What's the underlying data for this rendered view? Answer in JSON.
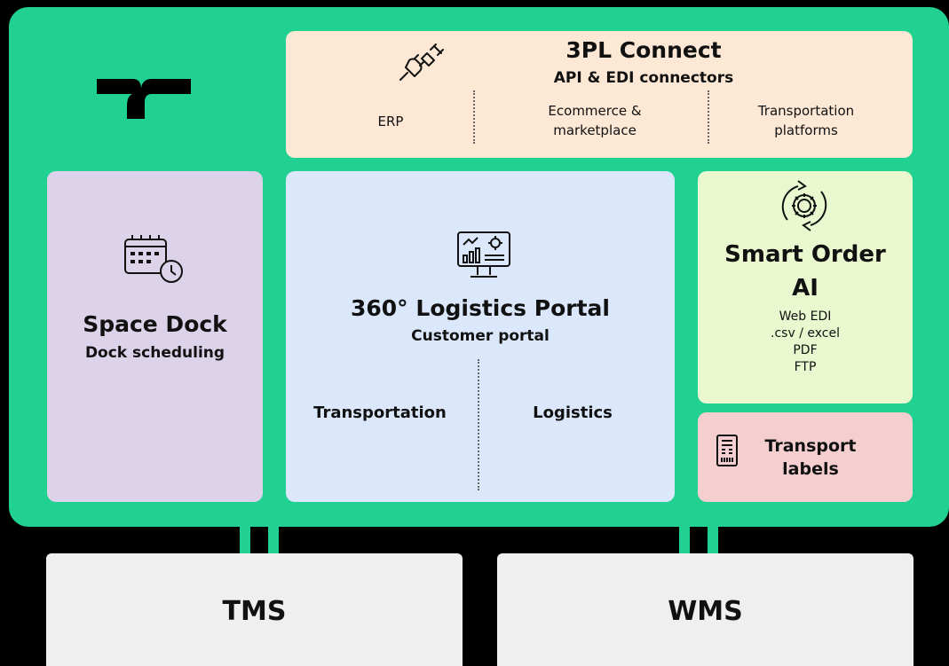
{
  "connect": {
    "title": "3PL Connect",
    "subtitle": "API & EDI connectors",
    "items": [
      "ERP",
      "Ecommerce &",
      "marketplace",
      "Transportation",
      "platforms"
    ]
  },
  "space_dock": {
    "title": "Space Dock",
    "subtitle": "Dock scheduling"
  },
  "portal": {
    "title": "360° Logistics Portal",
    "subtitle": "Customer portal",
    "left": "Transportation",
    "right": "Logistics"
  },
  "smart_order": {
    "title_line1": "Smart Order",
    "title_line2": "AI",
    "formats": [
      "Web EDI",
      ".csv / excel",
      "PDF",
      "FTP"
    ]
  },
  "transport_labels": {
    "line1": "Transport",
    "line2": "labels"
  },
  "systems": {
    "tms": "TMS",
    "wms": "WMS"
  },
  "colors": {
    "background": "#000000",
    "platform": "#20d191",
    "connect": "#fde8d5",
    "space_dock": "#dcd3ea",
    "portal": "#dbe8fb",
    "smart_order": "#e9f8cf",
    "transport_labels": "#f5cfcf",
    "systems": "#efefef"
  }
}
